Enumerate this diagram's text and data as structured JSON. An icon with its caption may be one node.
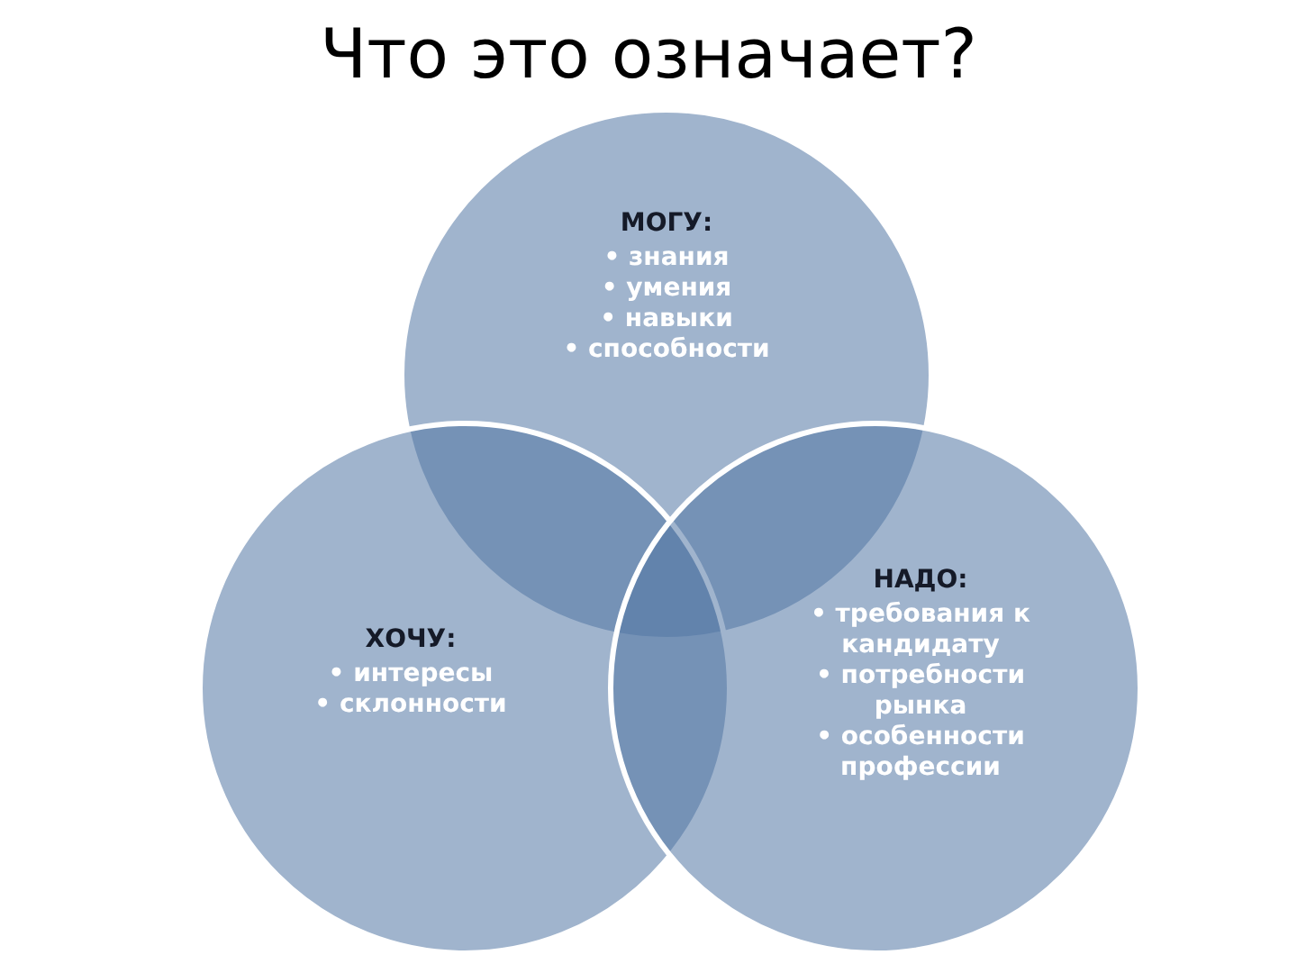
{
  "diagram": {
    "title": "Что это означает?",
    "nodes": [
      {
        "text": [
          "МОГУ:",
          "• знания",
          "• умения",
          "• навыки",
          "• способности"
        ]
      },
      {
        "text": [
          "ХОЧУ:",
          "• интересы",
          "• склонности"
        ]
      },
      {
        "text": [
          "НАДО:",
          "• требования к кандидату",
          "• потребности рынка",
          "• особенности профессии"
        ]
      }
    ]
  }
}
